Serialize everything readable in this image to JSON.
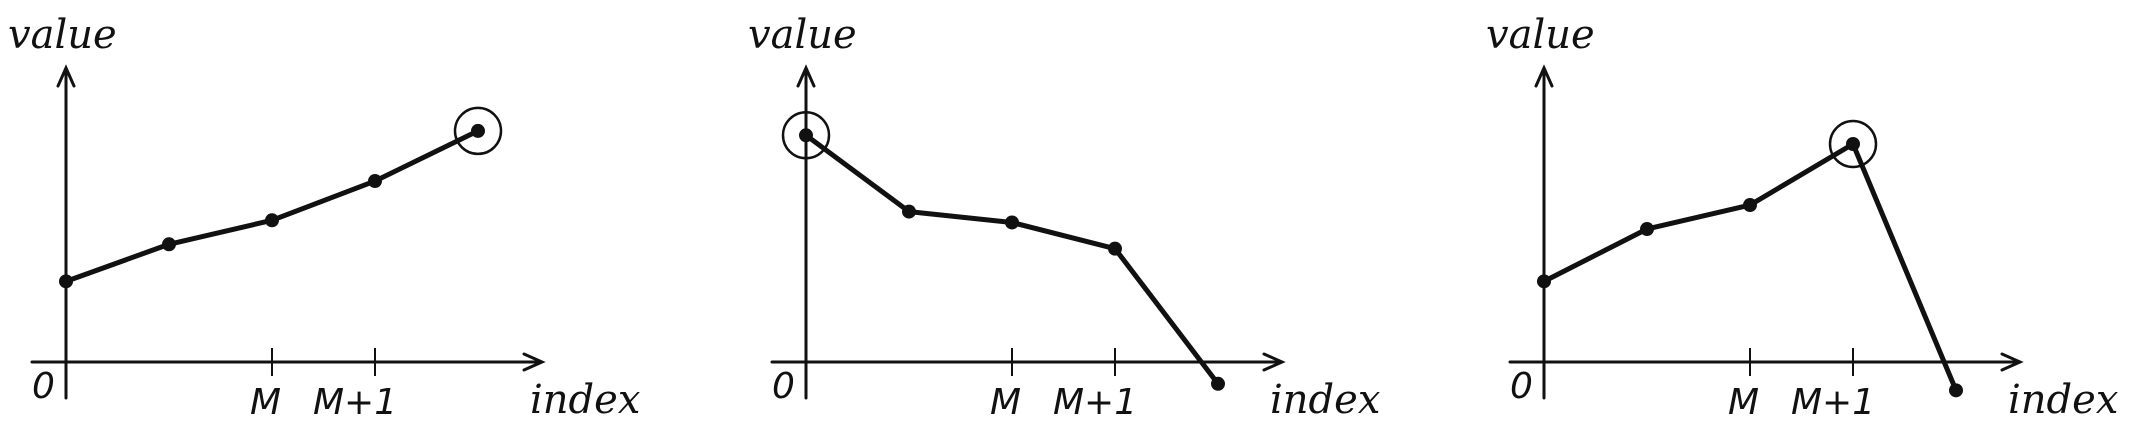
{
  "diagram": {
    "y_axis_label": "value",
    "x_axis_label": "index",
    "origin_label": "0",
    "tick_labels": [
      "M",
      "M+1"
    ]
  },
  "panels": [
    {
      "name": "panel-1",
      "points": [
        [
          0,
          0.37
        ],
        [
          1,
          0.54
        ],
        [
          2,
          0.65
        ],
        [
          3,
          0.83
        ],
        [
          4,
          1.06
        ]
      ],
      "highlight_index": 4
    },
    {
      "name": "panel-2",
      "points": [
        [
          0,
          1.04
        ],
        [
          1,
          0.69
        ],
        [
          2,
          0.64
        ],
        [
          3,
          0.52
        ],
        [
          4,
          -0.1
        ]
      ],
      "highlight_index": 0
    },
    {
      "name": "panel-3",
      "points": [
        [
          0,
          0.37
        ],
        [
          1,
          0.61
        ],
        [
          2,
          0.72
        ],
        [
          3,
          1.0
        ],
        [
          4,
          -0.13
        ]
      ],
      "highlight_index": 3
    }
  ]
}
